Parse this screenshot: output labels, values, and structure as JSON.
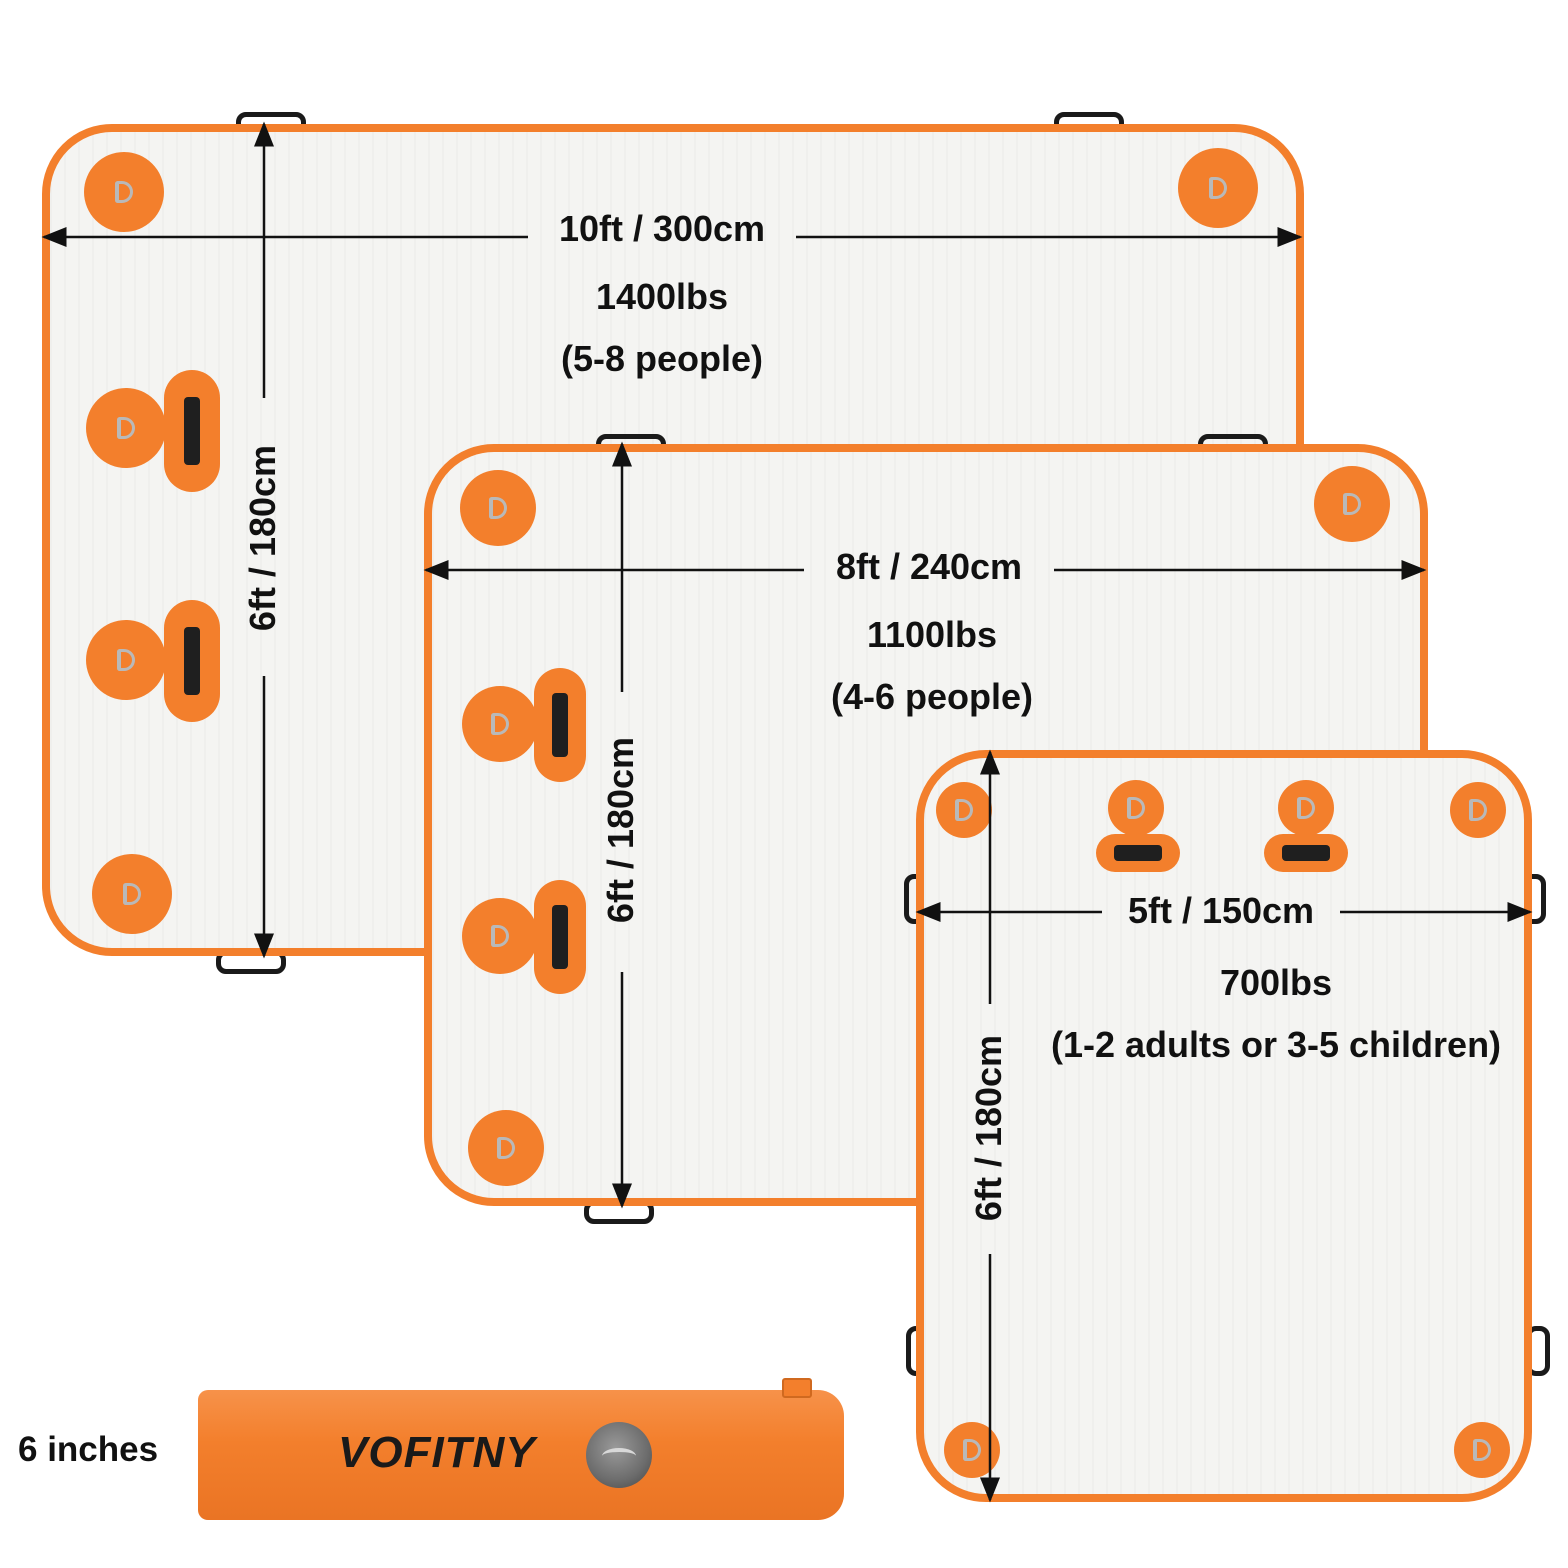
{
  "brand_logo": "VOFITNY",
  "colors": {
    "orange": "#f37f2c",
    "deck": "#f4f4f2",
    "strap": "#1a1a1a",
    "text": "#111111"
  },
  "large_dock": {
    "length_label": "10ft / 300cm",
    "width_label": "6ft / 180cm",
    "capacity": "1400lbs",
    "people": "(5-8 people)"
  },
  "medium_dock": {
    "length_label": "8ft / 240cm",
    "width_label": "6ft / 180cm",
    "capacity": "1100lbs",
    "people": "(4-6 people)"
  },
  "small_dock": {
    "length_label": "5ft / 150cm",
    "width_label": "6ft / 180cm",
    "capacity": "700lbs",
    "people": "(1-2 adults or 3-5 children)"
  },
  "thickness_label": "6 inches"
}
